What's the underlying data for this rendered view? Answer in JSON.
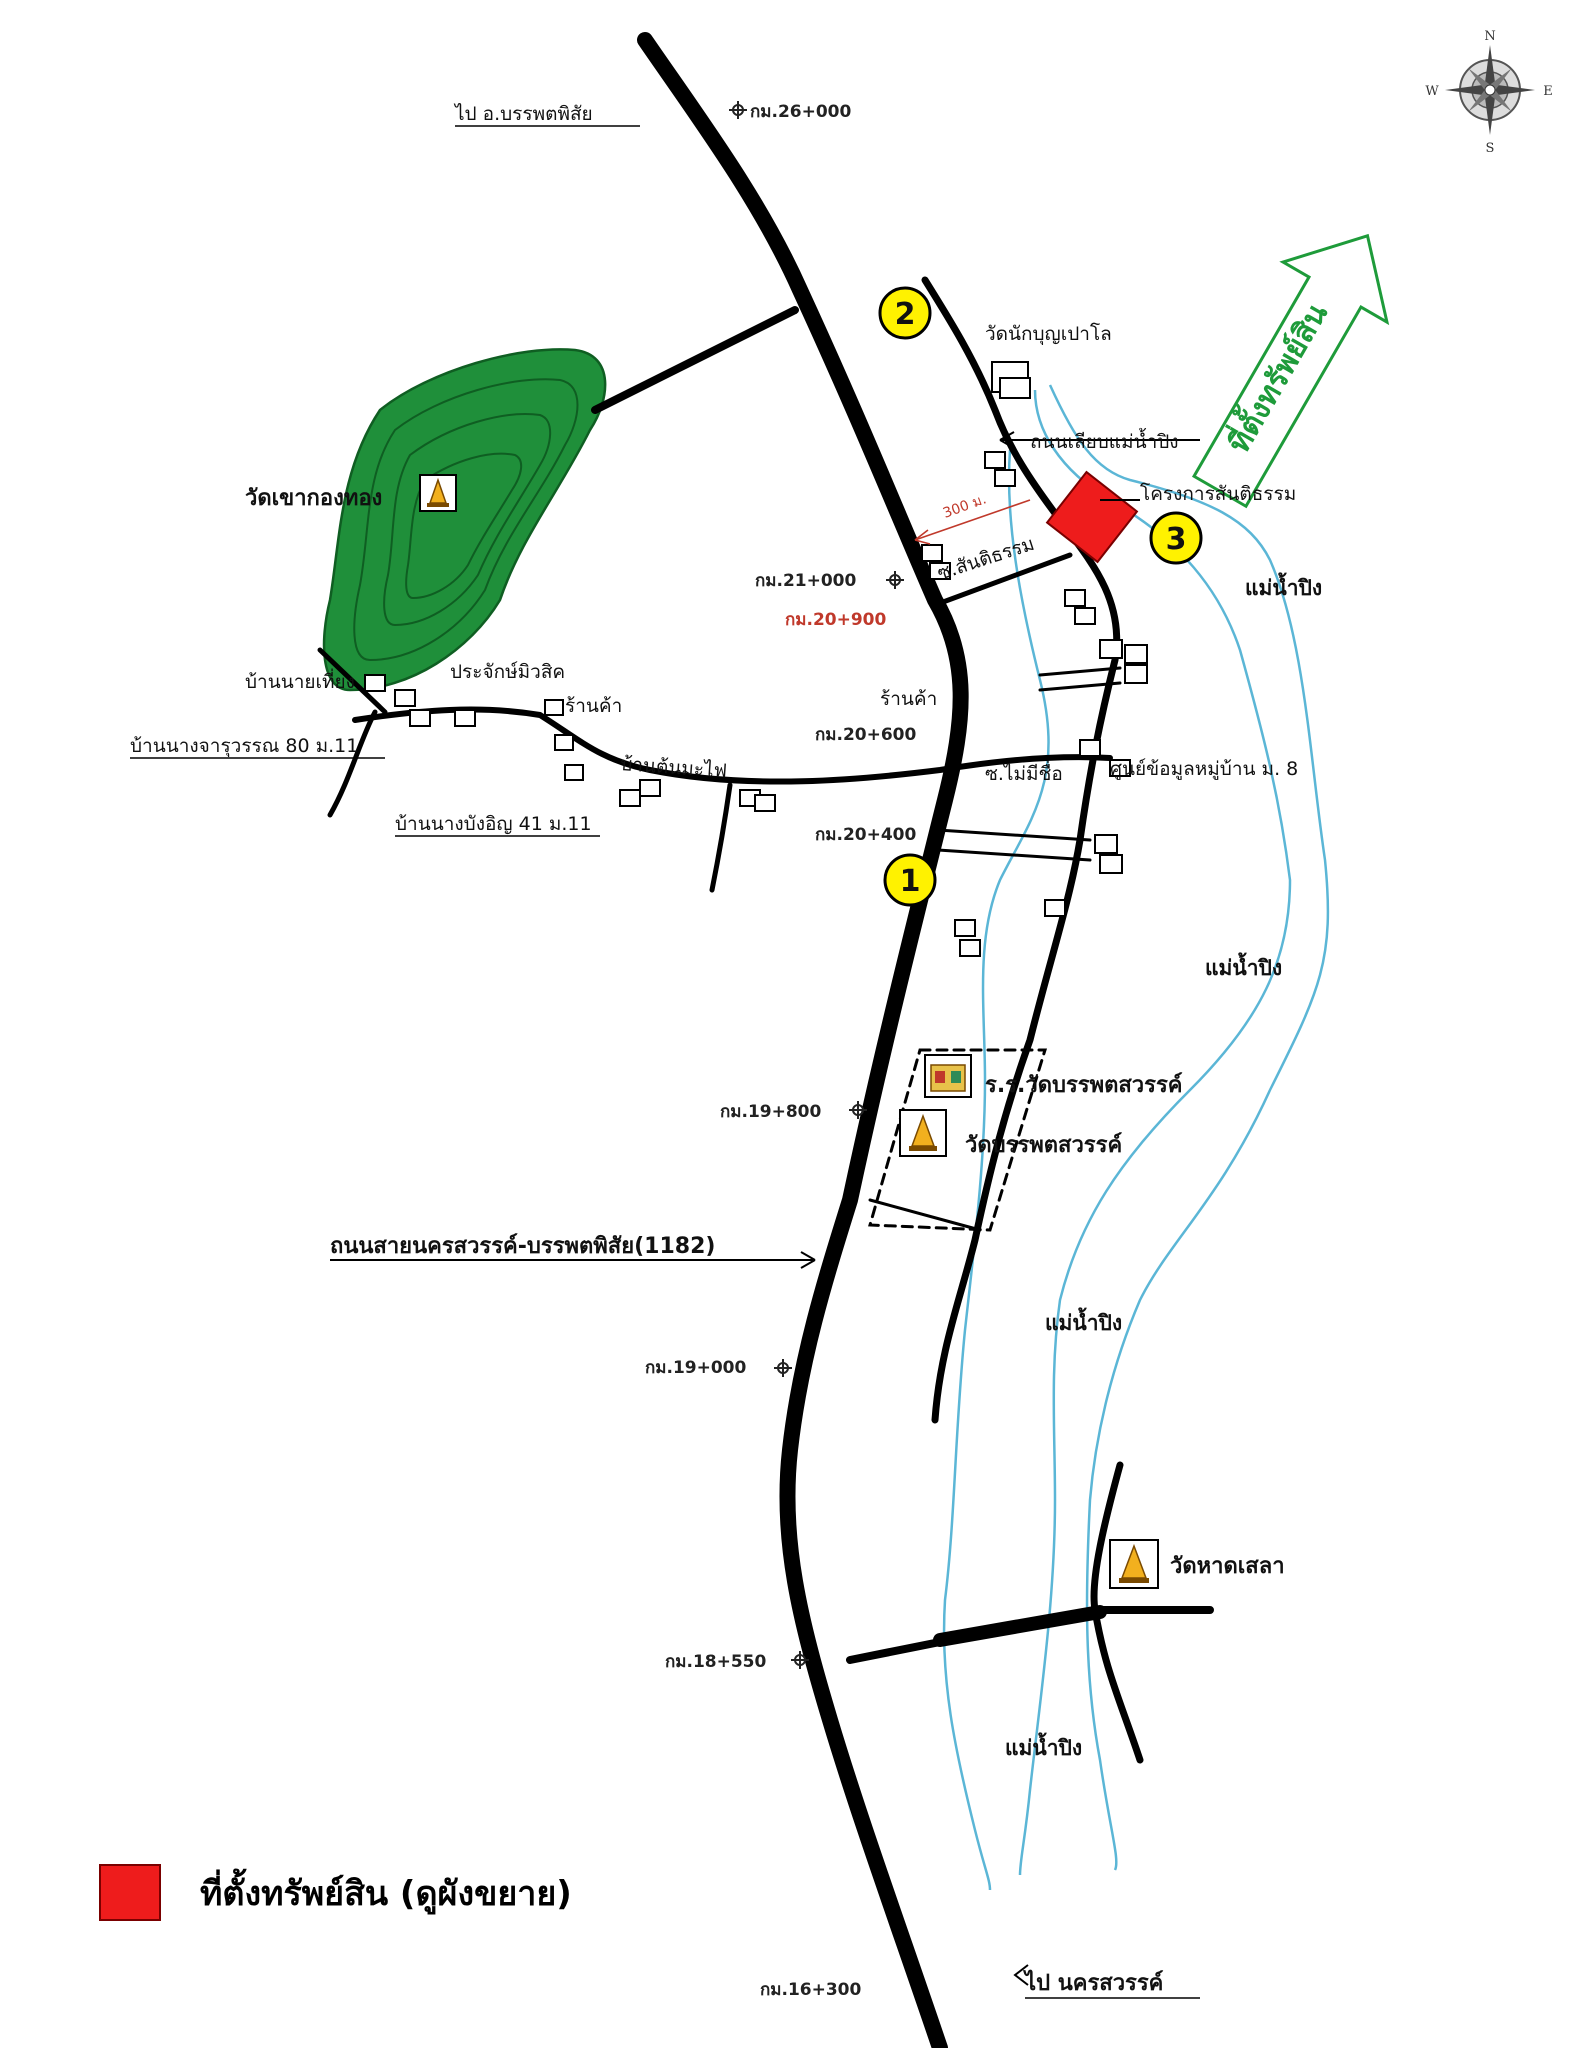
{
  "colors": {
    "hill": "#1f8f3a",
    "hill_dark": "#0f5e22",
    "river": "#5bb6d6",
    "property": "#ee1c1c",
    "arrow": "#1e9b3a",
    "marker": "#fff200"
  },
  "compass": {
    "n": "N",
    "s": "S",
    "e": "E",
    "w": "W"
  },
  "labels": {
    "to_banphot": "ไป อ.บรรพตพิสัย",
    "to_nakhonsawan": "ไป นครสวรรค์",
    "wat_khao_kong_thong": "วัดเขากองทอง",
    "wat_nak_bun": "วัดนักบุญเปาโล",
    "river_road": "ถนนเลียบแม่น้ำปิง",
    "santitham_project": "โครงการสันติธรรม",
    "santitham_soi": "ซ.สันติธรรม",
    "distance_300": "300 ม.",
    "ban_nai_somjai": "บ้านนายเที่ยง",
    "prasit_shop": "ประจักษ์มิวสิค",
    "shop_1": "ร้านค้า",
    "shop_2": "ร้านค้า",
    "ban_nang_jaruwan": "บ้านนางจารุวรรณ 80 ม.11",
    "ban_ton_makham": "บ้านต้นมะไฟ",
    "ban_nang_wanpen": "บ้านนางบังอิญ 41 ม.11",
    "soi_mai_mi_chue": "ซ.ไม่มีชื่อ",
    "village_info_center": "ศูนย์ข้อมูลหมู่บ้าน ม. 8",
    "school": "ร.ร.วัดบรรพตสวรรค์",
    "wat_banphot": "วัดบรรพตสวรรค์",
    "highway": "ถนนสายนครสวรรค์-บรรพตพิสัย(1182)",
    "wat_hat_sala": "วัดหาดเสลา",
    "property_arrow": "ที่ตั้งทรัพย์สิน"
  },
  "km_markers": {
    "km_26": "กม.26+000",
    "km_21": "กม.21+000",
    "km_20_9": "กม.20+900",
    "km_20_6": "กม.20+600",
    "km_20_4": "กม.20+400",
    "km_19_8": "กม.19+800",
    "km_19": "กม.19+000",
    "km_18_55": "กม.18+550",
    "km_16_3": "กม.16+300"
  },
  "rivers": {
    "r1": "แม่น้ำปิง",
    "r2": "แม่น้ำปิง",
    "r3": "แม่น้ำปิง",
    "r4": "แม่น้ำปิง"
  },
  "markers": {
    "m1": "1",
    "m2": "2",
    "m3": "3"
  },
  "legend": {
    "label": "ที่ตั้งทรัพย์สิน (ดูผังขยาย)"
  }
}
